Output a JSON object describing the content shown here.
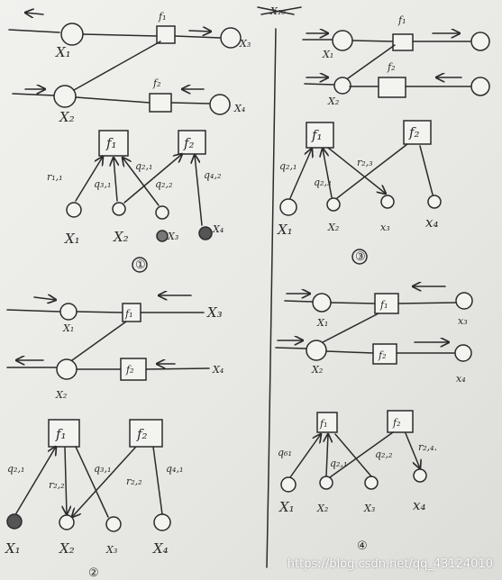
{
  "labels": {
    "x1": "X₁",
    "x2": "X₂",
    "x3": "X₃",
    "x4": "X₄",
    "f1": "f₁",
    "f2": "f₂",
    "x3_lc": "x₃",
    "x4_lc": "x₄"
  },
  "weights": {
    "p1": {
      "r11": "r₁,₁",
      "q21": "q₂,₁",
      "q31": "q₃,₁",
      "q22": "q₂,₂",
      "q42": "q₄,₂"
    },
    "p3": {
      "q21": "q₂,₁",
      "q23": "q₂,₃",
      "r23": "r₂,₃"
    },
    "p2": {
      "q21": "q₂,₁",
      "r22a": "r₂,₂",
      "q31": "q₃,₁",
      "r22": "r₂,₂",
      "q41": "q₄,₁"
    },
    "p4": {
      "q61": "q₆₁",
      "q21": "q₂,₁",
      "q22": "q₂,₂",
      "r24": "r₂,₄."
    }
  },
  "panel_numbers": {
    "p1": "①",
    "p2": "②",
    "p3": "③",
    "p4": "④"
  },
  "scribble": "X₁₀",
  "watermark": "https://blog.csdn.net/qq_43124010",
  "colors": {
    "ink": "#2b2b2b",
    "paper": "#efefec"
  }
}
